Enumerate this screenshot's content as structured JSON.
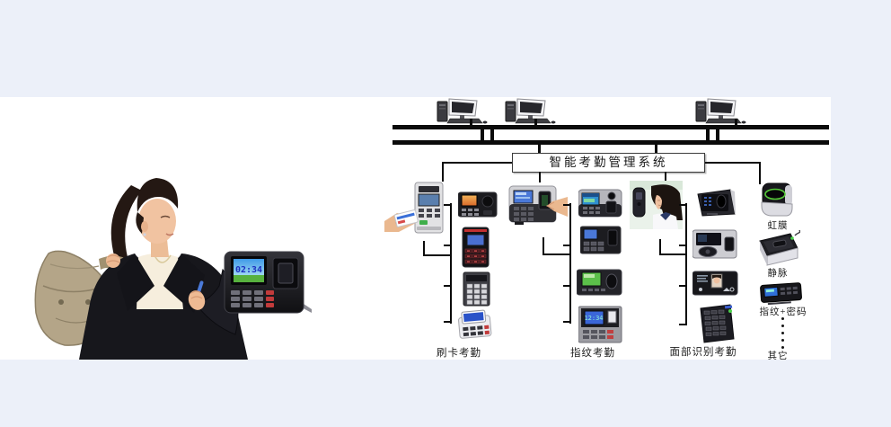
{
  "page": {
    "background_color": "#ecf0f9",
    "panel_color": "#ffffff",
    "line_color": "#0b0b0b"
  },
  "network": {
    "title": "智能考勤管理系统",
    "computer_icon": "desktop-computer-icon",
    "computer_count": 3
  },
  "groups": [
    {
      "label": "刷卡考勤",
      "main_icon": "hand-swiping-card-reader-icon",
      "device_icons": [
        "card-terminal-photo-screen-icon",
        "card-reader-red-keypad-icon",
        "access-control-keypad-icon",
        "pos-card-terminal-icon"
      ]
    },
    {
      "label": "指纹考勤",
      "main_icon": "finger-on-fingerprint-terminal-icon",
      "device_icons": [
        "fingerprint-terminal-camera-icon",
        "fingerprint-terminal-compact-icon",
        "fingerprint-terminal-green-screen-icon",
        "fingerprint-terminal-keypad-icon"
      ]
    },
    {
      "label": "面部识别考勤",
      "main_icon": "woman-facing-face-scanner-icon",
      "device_icons": [
        "face-recognition-terminal-icon",
        "face-fingerprint-terminal-icon",
        "face-photo-panel-icon",
        "face-terminal-keypad-icon"
      ]
    }
  ],
  "others": {
    "items": [
      {
        "label": "虹膜",
        "icon": "iris-scanner-icon"
      },
      {
        "label": "静脉",
        "icon": "vein-scanner-icon"
      },
      {
        "label": "指纹+密码",
        "icon": "fingerprint-password-terminal-icon"
      }
    ],
    "ellipsis_icon": "vertical-dots-icon",
    "more_label": "其它"
  },
  "photo": {
    "person_icon": "woman-with-backpack-photo",
    "device_icon": "fingerprint-attendance-device-icon",
    "screen_time": "02:34"
  }
}
